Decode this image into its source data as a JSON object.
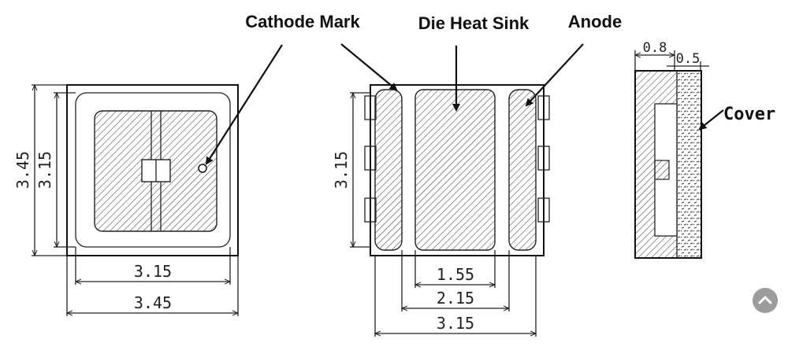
{
  "labels": {
    "cathode_mark": "Cathode Mark",
    "die_heat_sink": "Die Heat Sink",
    "anode": "Anode",
    "cover": "Cover"
  },
  "dimensions": {
    "top_outer_height": "3.45",
    "top_inner_height": "3.15",
    "top_inner_width": "3.15",
    "top_outer_width": "3.45",
    "bottom_height": "3.15",
    "bottom_die_width": "1.55",
    "bottom_mid_width": "2.15",
    "bottom_outer_width": "3.15",
    "side_left": "0.8",
    "side_right": "0.5"
  },
  "colors": {
    "line": "#222222",
    "hatch": "#444444",
    "scroll_button": "#9c9c9c"
  },
  "icons": {
    "scroll_top": "chevron-up-icon"
  }
}
